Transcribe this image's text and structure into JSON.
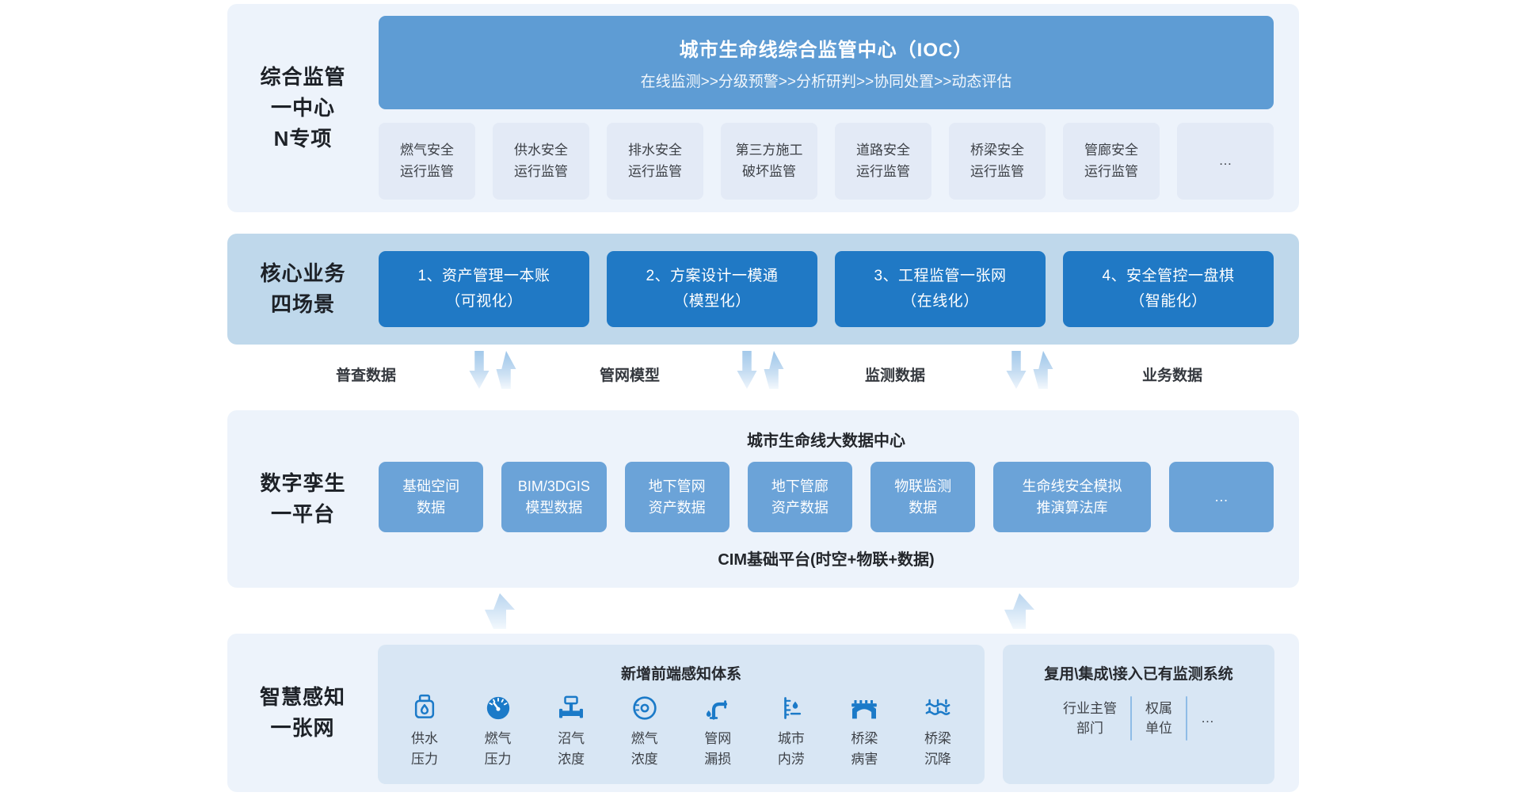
{
  "s1": {
    "label_lines": [
      "综合监管",
      "一中心",
      "N专项"
    ],
    "header": {
      "title": "城市生命线综合监管中心（IOC）",
      "subtitle": "在线监测>>分级预警>>分析研判>>协同处置>>动态评估"
    },
    "boxes": [
      "燃气安全\n运行监管",
      "供水安全\n运行监管",
      "排水安全\n运行监管",
      "第三方施工\n破坏监管",
      "道路安全\n运行监管",
      "桥梁安全\n运行监管",
      "管廊安全\n运行监管",
      "…"
    ]
  },
  "s2": {
    "label_lines": [
      "核心业务",
      "四场景"
    ],
    "boxes": [
      "1、资产管理一本账\n（可视化）",
      "2、方案设计一模通\n（模型化）",
      "3、工程监管一张网\n（在线化）",
      "4、安全管控一盘棋\n（智能化）"
    ]
  },
  "flow": {
    "labels": [
      "普查数据",
      "管网模型",
      "监测数据",
      "业务数据"
    ]
  },
  "s3": {
    "label_lines": [
      "数字孪生",
      "一平台"
    ],
    "title": "城市生命线大数据中心",
    "boxes": [
      "基础空间\n数据",
      "BIM/3DGIS\n模型数据",
      "地下管网\n资产数据",
      "地下管廊\n资产数据",
      "物联监测\n数据",
      "生命线安全模拟\n推演算法库",
      "…"
    ],
    "footer": "CIM基础平台(时空+物联+数据)"
  },
  "s4": {
    "label_lines": [
      "智慧感知",
      "一张网"
    ],
    "new_sensing": {
      "title": "新增前端感知体系",
      "items": [
        {
          "icon": "water-meter-icon",
          "label": "供水\n压力"
        },
        {
          "icon": "pressure-gauge-icon",
          "label": "燃气\n压力"
        },
        {
          "icon": "flow-meter-icon",
          "label": "沼气\n浓度"
        },
        {
          "icon": "gas-detector-icon",
          "label": "燃气\n浓度"
        },
        {
          "icon": "pipe-leak-icon",
          "label": "管网\n漏损"
        },
        {
          "icon": "flood-gauge-icon",
          "label": "城市\n内涝"
        },
        {
          "icon": "bridge-icon",
          "label": "桥梁\n病害"
        },
        {
          "icon": "bridge-settlement-icon",
          "label": "桥梁\n沉降"
        }
      ]
    },
    "existing": {
      "title": "复用\\集成\\接入已有监测系统",
      "items": [
        "行业主管\n部门",
        "权属\n单位",
        "…"
      ]
    }
  },
  "colors": {
    "panel_bg": "#EDF3FB",
    "band2_bg": "#BFD8EB",
    "header_blue": "#5E9CD4",
    "strong_blue": "#2079C5",
    "mid_blue": "#6BA3D8",
    "tile_bg": "#E3EAF6",
    "inner_panel_bg": "#D8E6F4",
    "icon_blue": "#1B7AC8",
    "text_dark": "#1d2127"
  }
}
